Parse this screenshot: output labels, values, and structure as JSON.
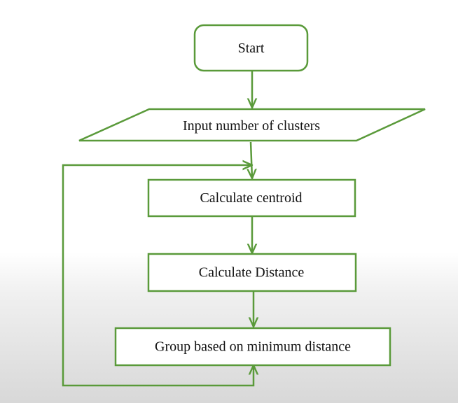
{
  "diagram": {
    "type": "flowchart",
    "colors": {
      "stroke": "#5a9a3a",
      "fill": "#ffffff",
      "text": "#111111"
    },
    "nodes": [
      {
        "id": "start",
        "shape": "rounded-rectangle",
        "label": "Start"
      },
      {
        "id": "input",
        "shape": "parallelogram",
        "label": "Input number of clusters"
      },
      {
        "id": "centroid",
        "shape": "rectangle",
        "label": "Calculate centroid"
      },
      {
        "id": "distance",
        "shape": "rectangle",
        "label": "Calculate Distance"
      },
      {
        "id": "group",
        "shape": "rectangle",
        "label": "Group based on minimum distance"
      }
    ],
    "edges": [
      {
        "from": "start",
        "to": "input"
      },
      {
        "from": "input",
        "to": "centroid"
      },
      {
        "from": "centroid",
        "to": "distance"
      },
      {
        "from": "distance",
        "to": "group"
      },
      {
        "from": "group",
        "to": "centroid",
        "style": "loop-back-left"
      }
    ]
  }
}
